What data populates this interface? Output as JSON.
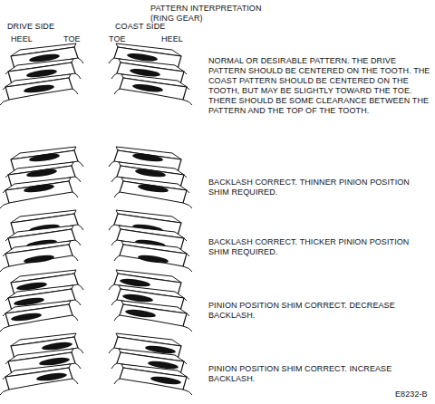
{
  "diagram": {
    "title": "PATTERN INTERPRETATION (RING GEAR)",
    "labels": [
      "DRIVE SIDE",
      "COAST SIDE",
      "HEEL",
      "TOE",
      "TOE",
      "HEEL",
      "NORMAL OR DESIRABLE PATTERN. THE DRIVE PATTERN SHOULD BE CENTERED ON THE TOOTH. THE COAST PATTERN SHOULD BE CENTERED ON THE TOOTH, BUT MAY BE SLIGHTLY TOWARD THE TOE. THERE SHOULD BE SOME CLEARANCE BETWEEN THE PATTERN AND THE TOP OF THE TOOTH.",
      "BACKLASH CORRECT. THINNER PINION POSITION SHIM REQUIRED.",
      "BACKLASH CORRECT. THICKER PINION POSITION SHIM REQUIRED.",
      "PINION POSITION SHIM CORRECT. DECREASE BACKLASH.",
      "PINION POSITION SHIM CORRECT. INCREASE BACKLASH.",
      "E8232-B"
    ]
  }
}
